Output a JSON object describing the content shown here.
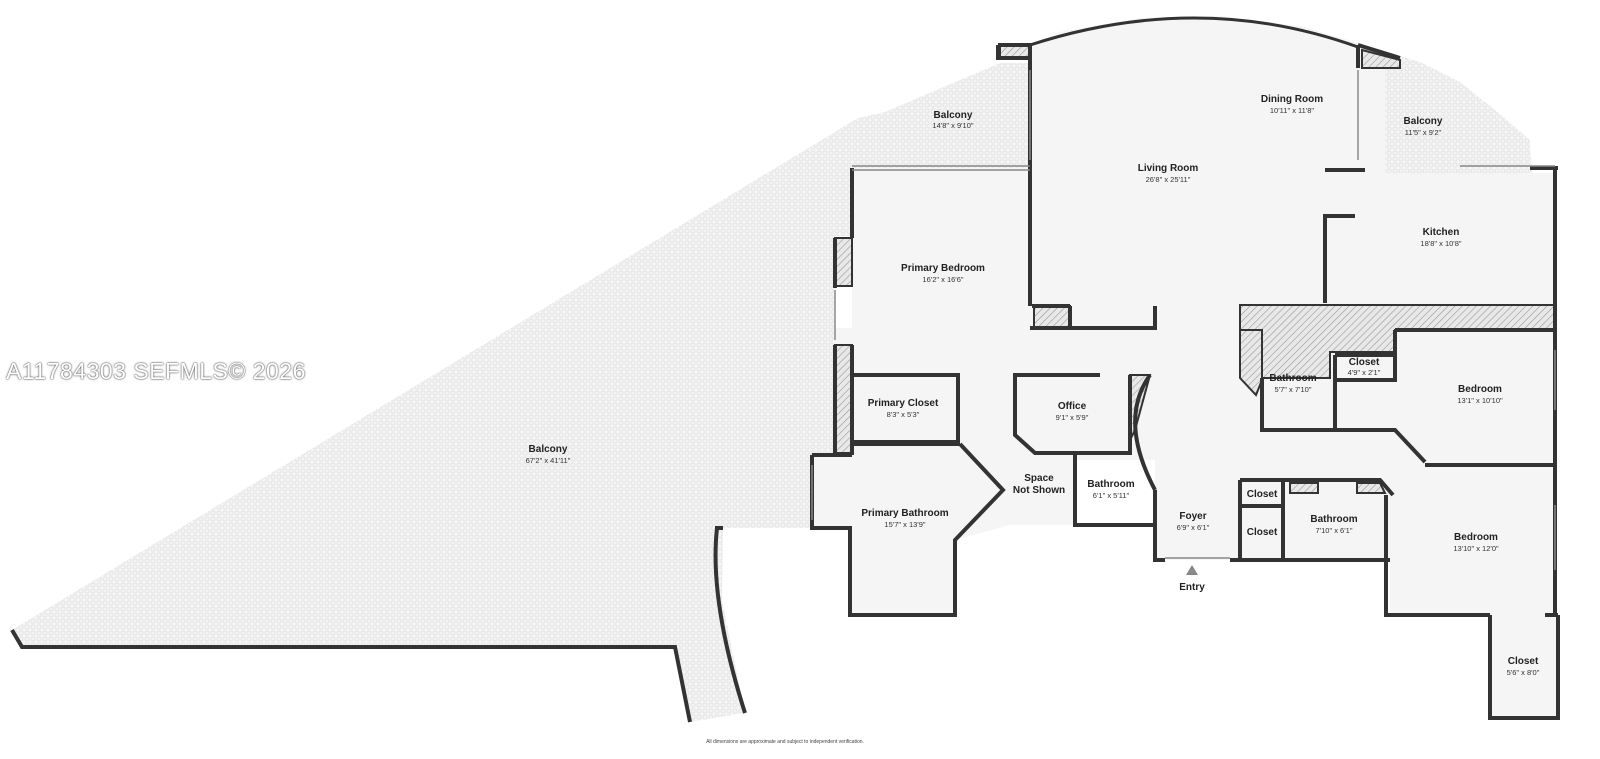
{
  "watermark": "A11784303   SEFMLS© 2026",
  "disclaimer": "All dimensions are approximate and subject to independent verification.",
  "entry_label": "Entry",
  "rooms": [
    {
      "id": "balcony-large",
      "name": "Balcony",
      "dim": "67'2\" x 41'11\""
    },
    {
      "id": "balcony-top",
      "name": "Balcony",
      "dim": "14'8\" x 9'10\""
    },
    {
      "id": "living-room",
      "name": "Living Room",
      "dim": "26'8\" x 25'11\""
    },
    {
      "id": "dining-room",
      "name": "Dining Room",
      "dim": "10'11\" x 11'8\""
    },
    {
      "id": "balcony-right",
      "name": "Balcony",
      "dim": "11'5\" x 9'2\""
    },
    {
      "id": "kitchen",
      "name": "Kitchen",
      "dim": "18'8\" x 10'8\""
    },
    {
      "id": "primary-bedroom",
      "name": "Primary Bedroom",
      "dim": "16'2\" x 16'6\""
    },
    {
      "id": "primary-closet",
      "name": "Primary Closet",
      "dim": "8'3\" x 5'3\""
    },
    {
      "id": "office",
      "name": "Office",
      "dim": "9'1\" x 5'9\""
    },
    {
      "id": "space-not-shown",
      "name": "Space",
      "name2": "Not Shown",
      "dim": ""
    },
    {
      "id": "primary-bathroom",
      "name": "Primary Bathroom",
      "dim": "15'7\" x 13'9\""
    },
    {
      "id": "bathroom-hall",
      "name": "Bathroom",
      "dim": "6'1\" x 5'11\""
    },
    {
      "id": "foyer",
      "name": "Foyer",
      "dim": "6'9\" x 6'1\""
    },
    {
      "id": "bathroom-right",
      "name": "Bathroom",
      "dim": "5'7\" x 7'10\""
    },
    {
      "id": "closet-small",
      "name": "Closet",
      "dim": "4'9\" x 2'1\""
    },
    {
      "id": "bedroom-1",
      "name": "Bedroom",
      "dim": "13'1\" x 10'10\""
    },
    {
      "id": "closet-a",
      "name": "Closet",
      "dim": ""
    },
    {
      "id": "closet-b",
      "name": "Closet",
      "dim": ""
    },
    {
      "id": "bathroom-lower",
      "name": "Bathroom",
      "dim": "7'10\" x 6'1\""
    },
    {
      "id": "bedroom-2",
      "name": "Bedroom",
      "dim": "13'10\" x 12'0\""
    },
    {
      "id": "closet-bottom",
      "name": "Closet",
      "dim": "5'6\" x 8'0\""
    }
  ]
}
